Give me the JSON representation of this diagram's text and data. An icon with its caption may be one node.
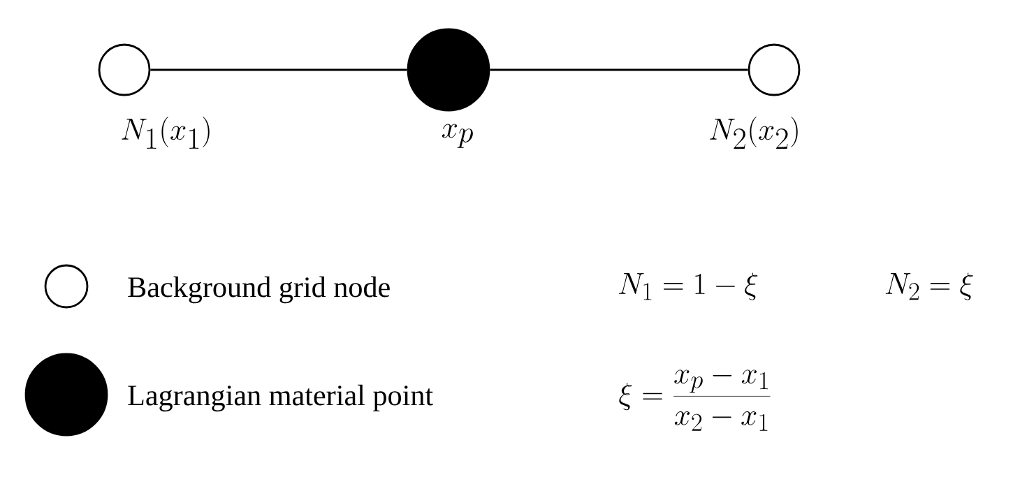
{
  "diagram": {
    "nodes": [
      {
        "text": [],
        "shape": "circle",
        "beside": [
          "N_1(x_1)"
        ]
      },
      {
        "text": [],
        "shape": "circle",
        "beside": [
          "x_p"
        ]
      },
      {
        "text": [],
        "shape": "circle",
        "beside": [
          "N_2(x_2)"
        ]
      }
    ],
    "edges": [
      {
        "from": 0,
        "to": 1,
        "arrow": "none"
      },
      {
        "from": 1,
        "to": 2,
        "arrow": "none"
      }
    ],
    "labels": [
      "N_1 = 1-\\xi",
      "N_2 = \\xi",
      "\\xi = \\frac{x_p - x_1}{x_2 - x_1}"
    ],
    "legend": [
      {
        "text": "Background grid node"
      },
      {
        "text": "Lagrangian  material point"
      }
    ]
  }
}
